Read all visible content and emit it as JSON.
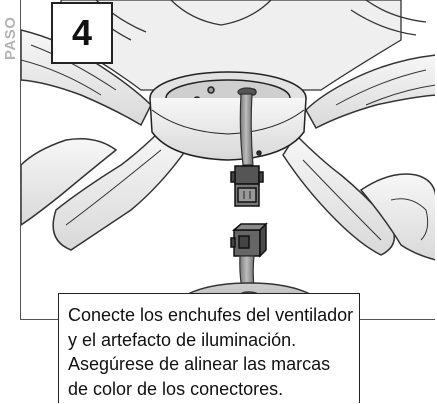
{
  "step": {
    "word": "PASO",
    "number": "4"
  },
  "caption": {
    "lines": [
      "Conecte los enchufes del ventilador",
      "y el artefacto de iluminación.",
      "Asegúrese de alinear las marcas",
      "de color de los conectores."
    ]
  }
}
